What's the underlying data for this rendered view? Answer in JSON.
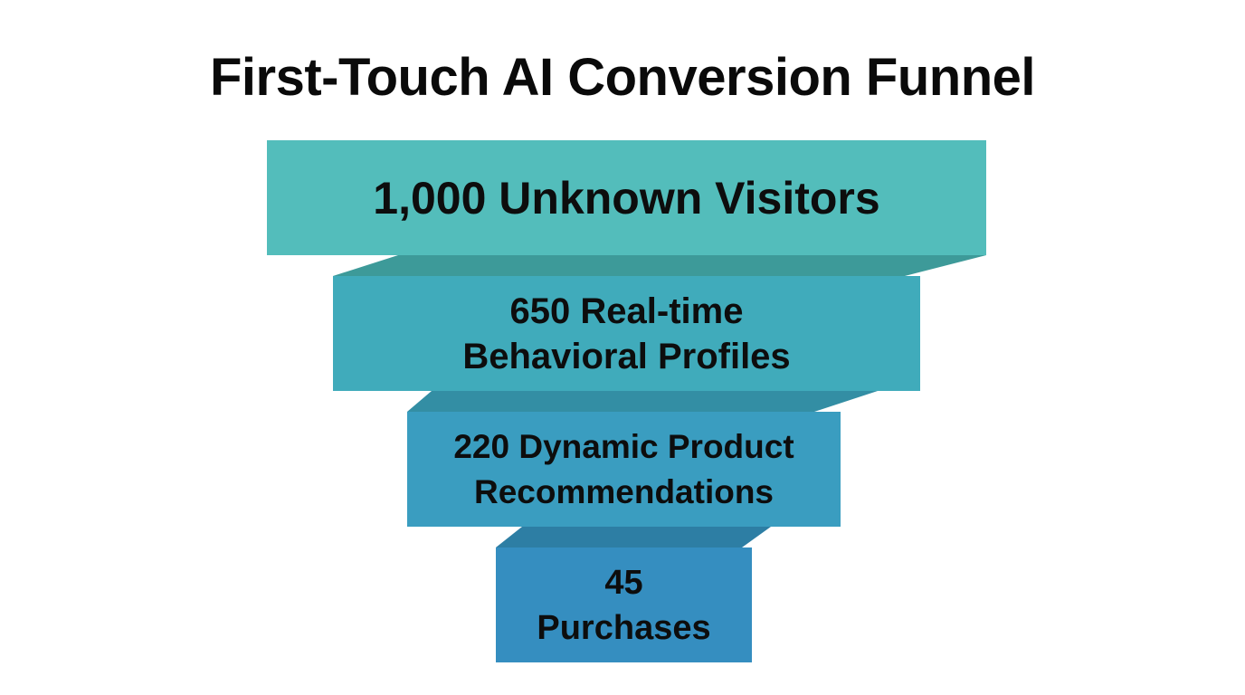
{
  "title": "First-Touch AI Conversion Funnel",
  "colors": {
    "stage1": "#53bdbb",
    "stage2": "#40abbb",
    "stage3": "#3a9dc0",
    "stage4": "#358ec0",
    "connector1": "#3d9a99",
    "connector2": "#338ea4",
    "connector3": "#2d7ea4"
  },
  "stages": [
    {
      "value": "1,000",
      "line1": "1,000 Unknown Visitors",
      "line2": ""
    },
    {
      "value": "650",
      "line1": "650 Real-time",
      "line2": "Behavioral Profiles"
    },
    {
      "value": "220",
      "line1": "220 Dynamic Product",
      "line2": "Recommendations"
    },
    {
      "value": "45",
      "line1": "45",
      "line2": "Purchases"
    }
  ],
  "chart_data": {
    "type": "funnel",
    "title": "First-Touch AI Conversion Funnel",
    "categories": [
      "Unknown Visitors",
      "Real-time Behavioral Profiles",
      "Dynamic Product Recommendations",
      "Purchases"
    ],
    "values": [
      1000,
      650,
      220,
      45
    ],
    "xlabel": "",
    "ylabel": "",
    "grid": false,
    "legend": "none"
  }
}
